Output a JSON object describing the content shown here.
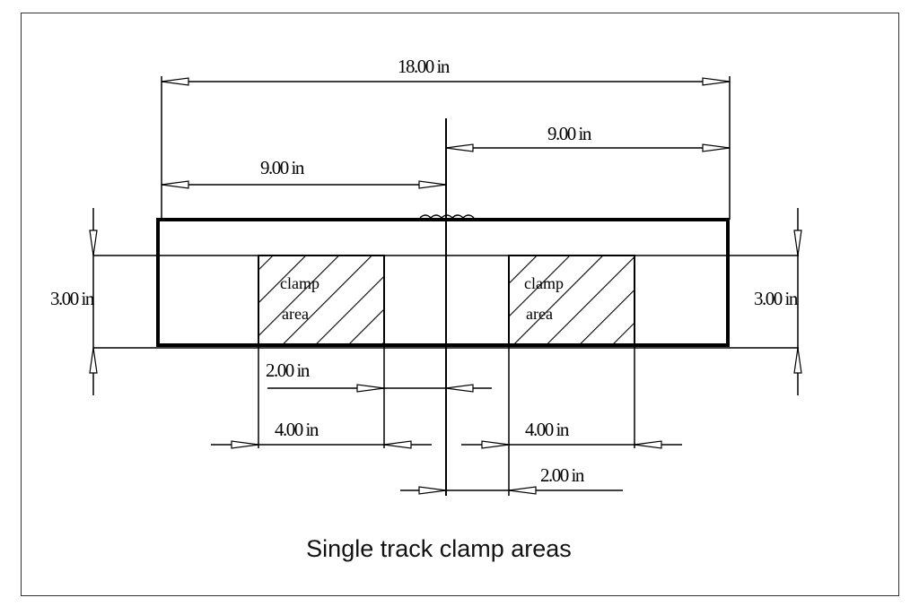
{
  "diagram": {
    "caption": "Single track clamp areas",
    "dimensions": {
      "overall_width": "18.00 in",
      "left_half": "9.00 in",
      "right_half": "9.00 in",
      "height_left": "3.00 in",
      "height_right": "3.00 in",
      "clamp_width_left": "4.00 in",
      "clamp_width_right": "4.00 in",
      "clamp_offset_left": "2.00 in",
      "clamp_offset_right": "2.00 in"
    },
    "clamp_left": {
      "line1": "clamp",
      "line2": "area"
    },
    "clamp_right": {
      "line1": "clamp",
      "line2": "area"
    }
  }
}
